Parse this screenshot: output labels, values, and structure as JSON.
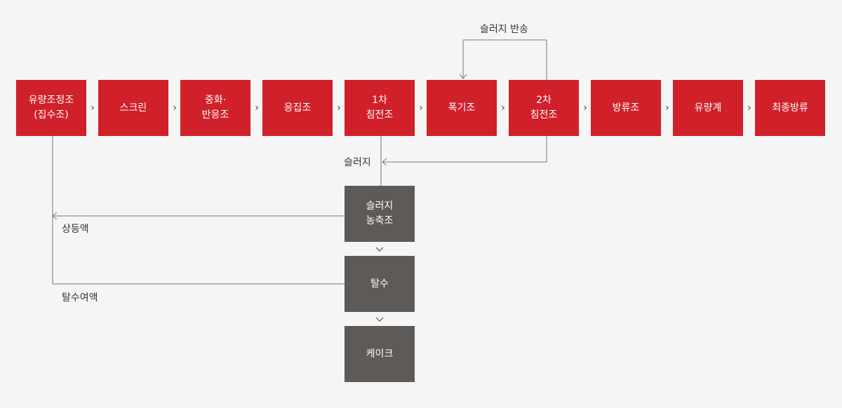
{
  "colors": {
    "process": "#d0202a",
    "sludge": "#5d5a58",
    "line": "#777777",
    "background": "#f5f5f5"
  },
  "process_steps": [
    "유량조정조\n(집수조)",
    "스크린",
    "중화·\n반응조",
    "응집조",
    "1차\n침전조",
    "폭기조",
    "2차\n침전조",
    "방류조",
    "유량계",
    "최종방류"
  ],
  "sludge_steps": [
    "슬러지\n농축조",
    "탈수",
    "케이크"
  ],
  "labels": {
    "return_sludge": "슬러지 반송",
    "sludge": "슬러지",
    "supernatant": "상등액",
    "filtrate": "탈수여액"
  },
  "arrow_icon": "chevron-right-icon",
  "down_icon": "chevron-down-icon"
}
